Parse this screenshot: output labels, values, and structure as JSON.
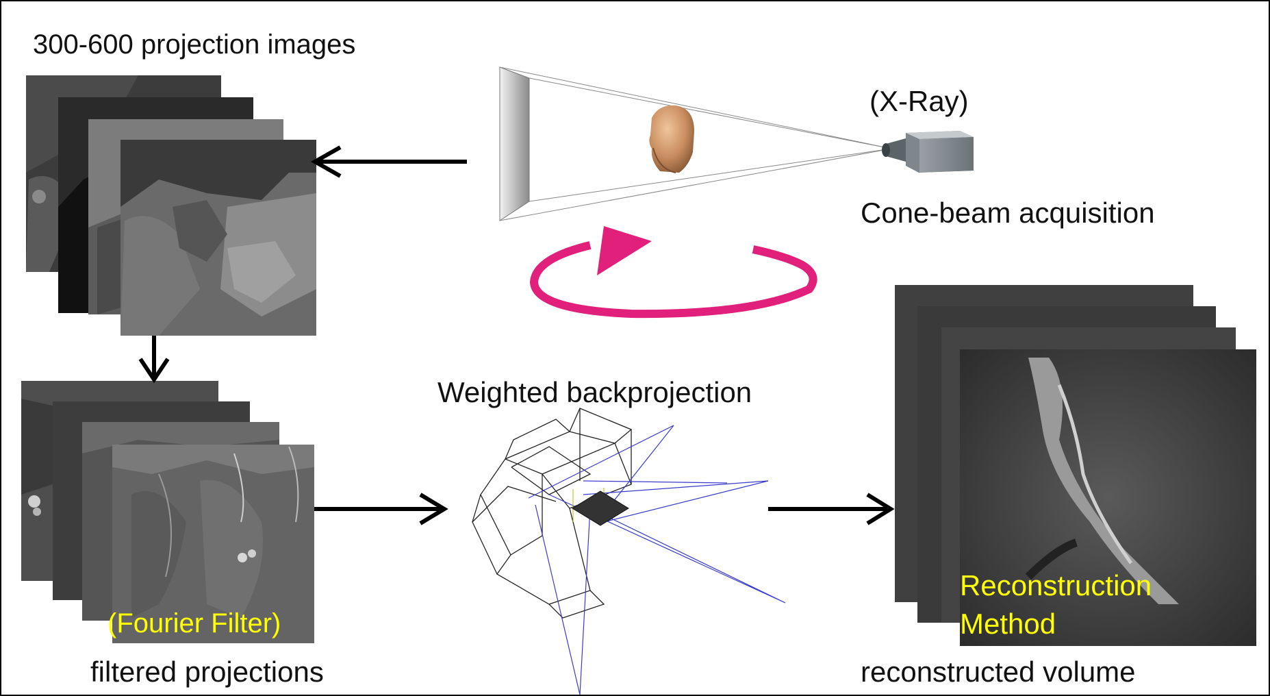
{
  "labels": {
    "projection_images": "300-600 projection images",
    "xray": "(X-Ray)",
    "cone_beam": "Cone-beam acquisition",
    "weighted_backprojection": "Weighted backprojection",
    "fourier_filter": "(Fourier Filter)",
    "filtered_projections": "filtered projections",
    "reconstruction_method_line1": "Reconstruction",
    "reconstruction_method_line2": "Method",
    "reconstructed_volume": "reconstructed volume"
  },
  "colors": {
    "rotation_arrow": "#e0207a",
    "highlight_text": "#ffff00",
    "ray_lines": "#3a3acc",
    "frame": "#000000"
  },
  "icons": {
    "xray_source": "camera-icon",
    "patient_head": "head-icon",
    "rotation": "rotation-arrow-icon"
  }
}
